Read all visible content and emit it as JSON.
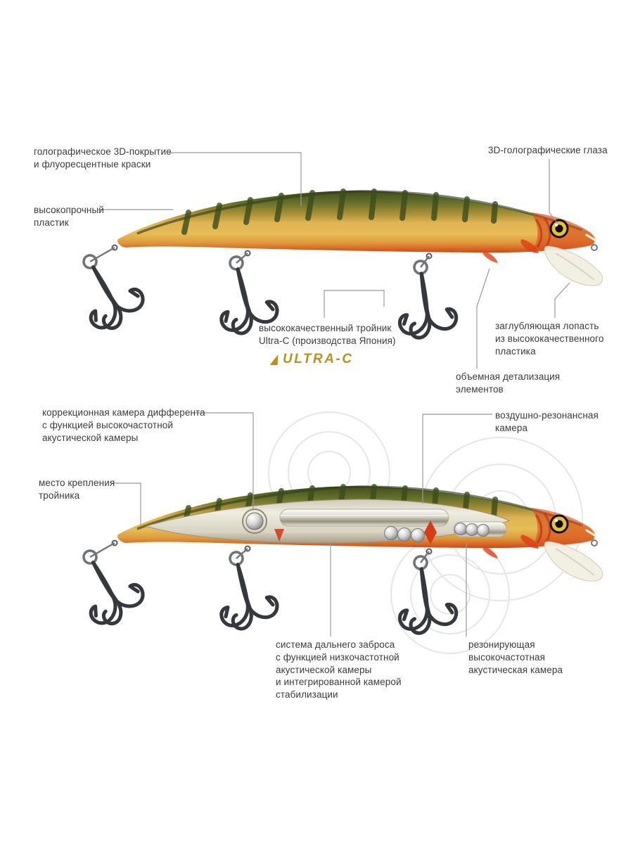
{
  "colors": {
    "accent_gold": "#b9921e",
    "callout_line": "#9a9a9a",
    "text": "#3b3b3b",
    "body_green": "#47551f",
    "body_gold": "#e3b84e",
    "body_orange": "#cc4a1a"
  },
  "logo": {
    "text": "ULTRA-C"
  },
  "callouts": {
    "coating": "голографическое 3D-покрытие\nи флуоресцентные краски",
    "eyes": "3D-голографические глаза",
    "plastic": "высокопрочный\nпластик",
    "hook": "высококачественный тройник\nUltra-C (производства Япония)",
    "lip": "заглубляющая лопасть\nиз высококачественного\nпластика",
    "detail": "объемная детализация\nэлементов",
    "trim_chamber": "коррекционная камера дифферента\nс функцией высокочастотной\nакустической камеры",
    "air_chamber": "воздушно-резонансная\nкамера",
    "mount": "место крепления\nтройника",
    "cast_system": "система дальнего заброса\nс функцией низкочастотной\nакустической камеры\nи интегрированной камерой\nстабилизации",
    "resonance": "резонирующая\nвысокочастотная\nакустическая камера"
  }
}
